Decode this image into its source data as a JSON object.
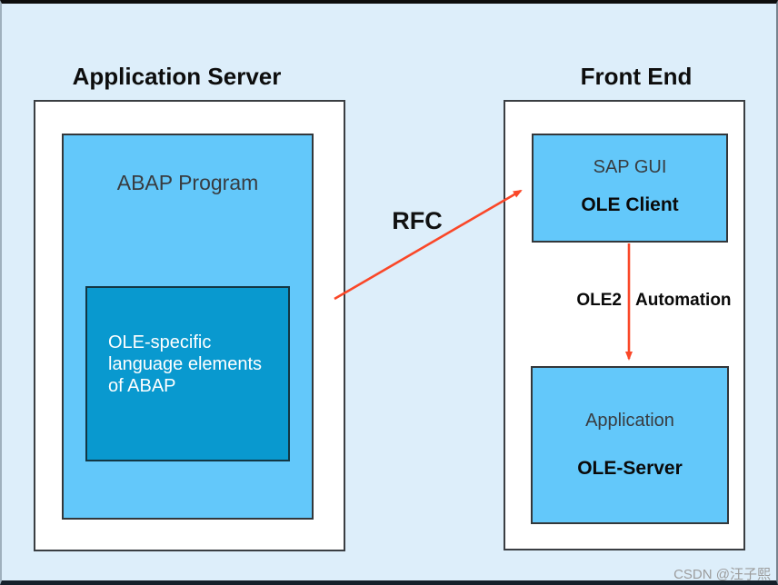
{
  "colors": {
    "background": "#ddeefa",
    "box_white": "#ffffff",
    "box_light_blue": "#63c8fa",
    "box_dark_blue": "#0999cf",
    "arrow_red": "#fa4728",
    "border_dark": "#33373a",
    "watermark_gray": "#9c9c9c"
  },
  "diagram": {
    "application_server": {
      "title": "Application Server",
      "abap_program": {
        "label": "ABAP Program",
        "ole_specific": {
          "lines": [
            "OLE-specific",
            "language elements",
            "of ABAP"
          ]
        }
      }
    },
    "front_end": {
      "title": "Front End",
      "sap_gui_box": {
        "line1": "SAP GUI",
        "line2": "OLE Client"
      },
      "application_box": {
        "line1": "Application",
        "line2": "OLE-Server"
      }
    },
    "connections": {
      "rfc": {
        "label": "RFC"
      },
      "ole2_automation": {
        "label_left": "OLE2",
        "label_right": "Automation"
      }
    }
  },
  "watermark": "CSDN @汪子熙"
}
